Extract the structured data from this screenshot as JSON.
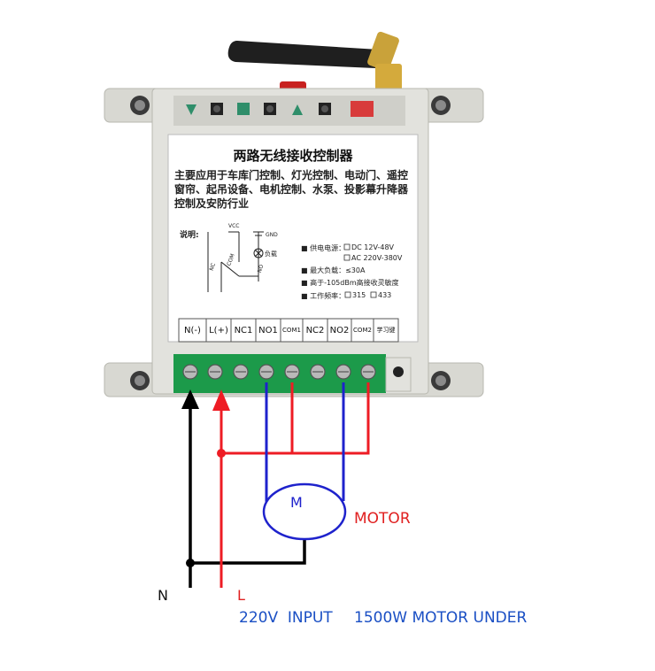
{
  "panel": {
    "title": "两路无线接收控制器",
    "description": "主要应用于车库门控制、灯光控制、电动门、遥控窗帘、起吊设备、电机控制、水泵、投影幕升降器控制及安防行业",
    "explain_label": "说明:",
    "schematic": {
      "vcc": "VCC",
      "gnd": "GND",
      "load": "负载",
      "nc": "NC",
      "com": "COM",
      "no": "NO"
    },
    "specs": {
      "power_label": "■ 供电电源：",
      "dc_option": "DC 12V-48V",
      "ac_option": "AC 220V-380V",
      "max_load": "■ 最大负载：≤30A",
      "sensitivity": "■ 高于-105dBm高接收灵敏度",
      "freq_label": "■ 工作频率：",
      "freq_315": "315",
      "freq_433": "433"
    },
    "terminals": [
      "N(-)",
      "L(+)",
      "NC1",
      "NO1",
      "COM1",
      "NC2",
      "NO2",
      "COM2",
      "学习键"
    ]
  },
  "labels": {
    "motor_symbol": "M",
    "motor": "MOTOR",
    "neutral": "N",
    "live": "L",
    "input": "220V  INPUT",
    "rating": "1500W MOTOR UNDER"
  },
  "colors": {
    "neutral_wire": "#000000",
    "live_wire": "#ee1c24",
    "motor_wire": "#1e22cc",
    "text_blue": "#1a4fc4",
    "text_red": "#e02020",
    "housing": "#d9d9d4",
    "terminal_green": "#1c9a4a"
  }
}
